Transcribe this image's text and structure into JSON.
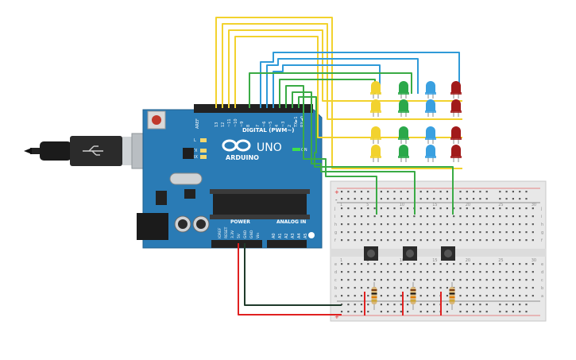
{
  "board": {
    "brand": "ARDUINO",
    "model": "UNO",
    "digital_label": "DIGITAL (PWM~)",
    "power_label": "POWER",
    "analog_label": "ANALOG IN",
    "on_label": "ON",
    "l_label": "L",
    "tx_label": "TX",
    "rx_label": "RX",
    "aref_label": "AREF",
    "gnd_label": "GND",
    "digital_pins": [
      "13",
      "12",
      "~11",
      "~10",
      "~9",
      "8",
      "7",
      "~6",
      "~5",
      "4",
      "~3",
      "2",
      "TX►1",
      "RX◄0"
    ],
    "power_pins": [
      "IOREF",
      "RESET",
      "3.3V",
      "5V",
      "GND",
      "GND",
      "Vin"
    ],
    "analog_pins": [
      "A0",
      "A1",
      "A2",
      "A3",
      "A4",
      "A5"
    ]
  },
  "breadboard": {
    "row_letters_top": [
      "j",
      "i",
      "h",
      "g",
      "f"
    ],
    "row_letters_bottom": [
      "e",
      "d",
      "c",
      "b",
      "a"
    ],
    "column_numbers": [
      "1",
      "5",
      "10",
      "15",
      "20",
      "25",
      "30"
    ],
    "rail_plus": "+",
    "rail_minus": "-"
  },
  "components": {
    "leds": [
      {
        "row": 1,
        "colors": [
          "#f2d22e",
          "#2ba84a",
          "#3aa0e0",
          "#a11a1a"
        ]
      },
      {
        "row": 2,
        "colors": [
          "#f2d22e",
          "#2ba84a",
          "#3aa0e0",
          "#a11a1a"
        ]
      },
      {
        "row": 3,
        "colors": [
          "#f2d22e",
          "#2ba84a",
          "#3aa0e0",
          "#a11a1a"
        ]
      },
      {
        "row": 4,
        "colors": [
          "#f2d22e",
          "#2ba84a",
          "#3aa0e0",
          "#a11a1a"
        ]
      }
    ],
    "buttons_count": 3,
    "resistors_count": 3
  },
  "colors": {
    "board": "#2a7bb5",
    "wire_yellow": "#f2d22e",
    "wire_blue": "#2f9ad8",
    "wire_green": "#3aab45",
    "wire_red": "#e02020",
    "wire_black": "#1e3a2a",
    "breadboard": "#e8e8e8"
  }
}
